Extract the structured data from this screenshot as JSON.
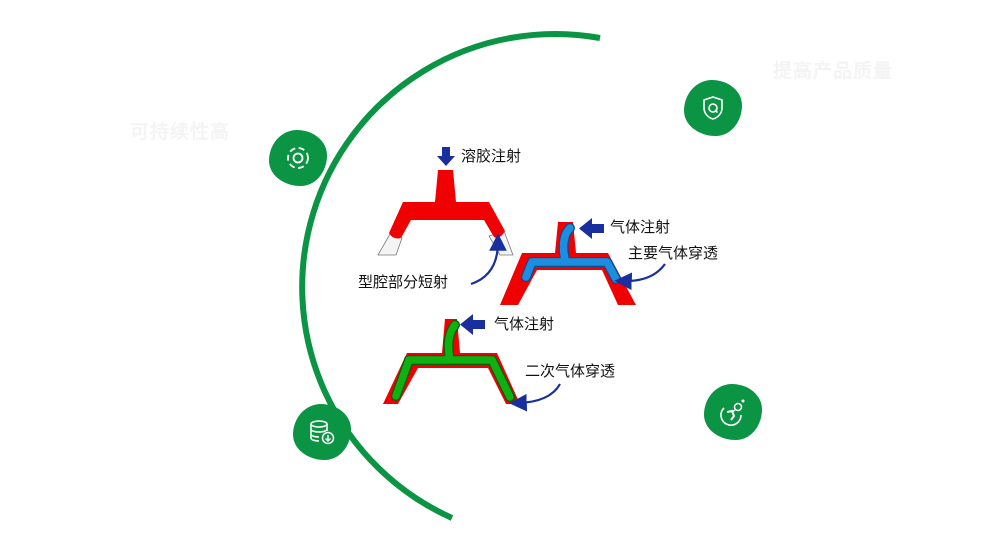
{
  "background_labels": {
    "top_left": "可持续性高",
    "top_right": "提高产品质量"
  },
  "diagram": {
    "melt_injection": "溶胶注射",
    "short_shot": "型腔部分短射",
    "gas_injection_1": "气体注射",
    "primary_penetration": "主要气体穿透",
    "gas_injection_2": "气体注射",
    "secondary_penetration": "二次气体穿透"
  },
  "icons": [
    "focus-icon",
    "quality-shield-icon",
    "database-download-icon",
    "globe-network-icon"
  ],
  "colors": {
    "green": "#0a9443",
    "plastic_red": "#f00000",
    "gas_blue": "#1e8de0",
    "gas_green": "#10b010",
    "arrow_blue": "#1a2f9e"
  }
}
